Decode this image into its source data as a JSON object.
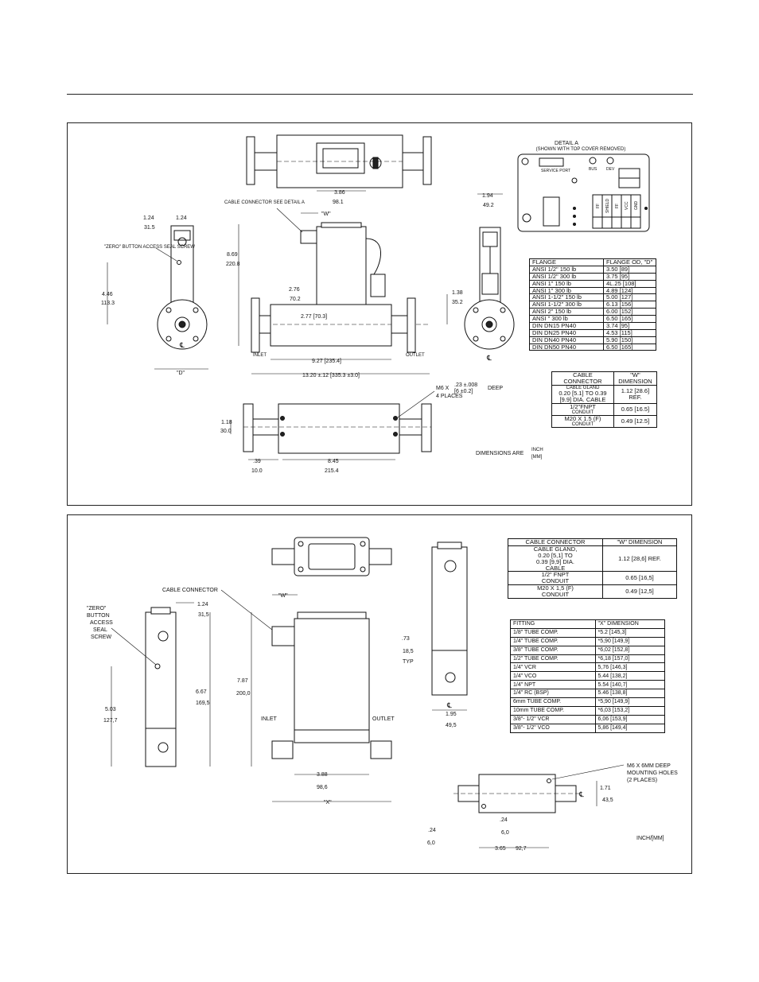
{
  "top_drawing": {
    "detail_title": "DETAIL A",
    "detail_subtitle": "(SHOWN WITH TOP COVER REMOVED)",
    "service_port": "SERVICE PORT",
    "bus_label": "BUS",
    "dev_label": "DEV",
    "terminal_labels": [
      "FF",
      "SHIELD",
      "FF",
      "VCC",
      "GND"
    ],
    "cable_connector_note": "CABLE CONNECTOR SEE DETAIL A",
    "zero_button_note": "\"ZERO\" BUTTON ACCESS SEAL SCREW",
    "dim_124": "1.24",
    "dim_315": "31.5",
    "dim_446": "4.46",
    "dim_1133": "113.3",
    "dim_D": "\"D\"",
    "dim_386": "3.86",
    "dim_981": "98.1",
    "dim_W": "\"W\"",
    "dim_869": "8.69",
    "dim_2208": "220.8",
    "dim_276": "2.76",
    "dim_702": "70.2",
    "dim_277": "2.77 [70.3]",
    "dim_927": "9.27 [235.4]",
    "dim_1320": "13.20 ±.12 [335.3 ±3.0]",
    "inlet": "INLET",
    "outlet": "OUTLET",
    "dim_194": "1.94",
    "dim_492": "49.2",
    "dim_138": "1.38",
    "dim_352": "35.2",
    "m6_note_a": "M6 X",
    "m6_note_b": ".23 ±.008",
    "m6_note_c": "[6 ±0.2]",
    "m6_note_d": "DEEP",
    "m6_note_e": "4 PLACES",
    "dim_118": "1.18",
    "dim_300": "30.0",
    "dim_39": ".39",
    "dim_100": "10.0",
    "dim_845": "8.45",
    "dim_2154": "215.4",
    "dims_are": "DIMENSIONS ARE",
    "dims_inch": "INCH",
    "dims_mm": "[MM]",
    "cl": "℄"
  },
  "flange_table": {
    "header": [
      "FLANGE",
      "FLANGE OD, \"D\""
    ],
    "rows": [
      [
        "ANSI 1/2\" 150 lb",
        "3.50 [89]"
      ],
      [
        "ANSI 1/2\" 300 lb",
        "3.75 [95]"
      ],
      [
        "ANSI 1\" 150 lb",
        "4L.25 [108]"
      ],
      [
        "ANSI 1\" 300 lb",
        "4.89 [124]"
      ],
      [
        "ANSI 1-1/2\" 150 lb",
        "5.00 [127]"
      ],
      [
        "ANSI 1-1/2\" 300 lb",
        "6.13 [156]"
      ],
      [
        "ANSI 2\" 150 lb",
        "6.00 [152]"
      ],
      [
        "ANSI \" 300 lb",
        "6.50 [165]"
      ],
      [
        "DIN DN15 PN40",
        "3.74 [95]"
      ],
      [
        "DIN DN25 PN40",
        "4.53 [115]"
      ],
      [
        "DIN DN40 PN40",
        "5.90 [150]"
      ],
      [
        "DIN DN50 PN40",
        "6.50 [165]"
      ]
    ]
  },
  "w_table_top": {
    "h1": "CABLE CONNECTOR",
    "h2": "\"W\" DIMENSION",
    "r1a": "CABLE GLAND",
    "r1b": "0.20 [5.1] TO 0.39 [9.9] DIA. CABLE",
    "r1c": "1.12 [28.6] REF.",
    "r2a": "1/2\"FNPT",
    "r2b": "CONDUIT",
    "r2c": "0.65 [16.5]",
    "r3a": "M20 X 1.5 (F)",
    "r3b": "CONDUIT",
    "r3c": "0.49 [12.5]"
  },
  "bottom_drawing": {
    "cable_connector": "CABLE CONNECTOR",
    "zero_button": [
      "\"ZERO\"",
      "BUTTON",
      "ACCESS",
      "SEAL",
      "SCREW"
    ],
    "dim_124": "1.24",
    "dim_315": "31,5",
    "dim_W": "\"W\"",
    "dim_787": "7.87",
    "dim_2000": "200,0",
    "dim_667": "6.67",
    "dim_1695": "169,5",
    "dim_503": "5.03",
    "dim_1277": "127,7",
    "inlet": "INLET",
    "outlet": "OUTLET",
    "dim_388": "3.88",
    "dim_986": "98,6",
    "dim_X": "\"X\"",
    "dim_73": ".73",
    "dim_185": "18,5",
    "typ": "TYP",
    "dim_195": "1.95",
    "dim_495": "49,5",
    "m6_note": [
      "M6 X 6MM DEEP",
      "MOUNTING HOLES",
      "(2 PLACES)"
    ],
    "dim_171": "1.71",
    "dim_435": "43,5",
    "dim_24a": ".24",
    "dim_60a": "6,0",
    "dim_24b": ".24",
    "dim_60b": "6,0",
    "dim_365": "3.65",
    "dim_927": "92,7",
    "inch_mm": "INCH/[MM]",
    "cl": "℄"
  },
  "w_table_bottom": {
    "h1": "CABLE CONNECTOR",
    "h2": "\"W\" DIMENSION",
    "r1a": "CABLE GLAND,",
    "r1b": "0.20 [5,1] TO",
    "r1c": "0.39 [9,9] DIA.",
    "r1d": "CABLE",
    "r1v": "1.12 [28,6] REF.",
    "r2a": "1/2\" FNPT",
    "r2b": "CONDUIT",
    "r2v": "0.65 [16,5]",
    "r3a": "M20 X 1,5 (F)",
    "r3b": "CONDUIT",
    "r3v": "0.49 [12,5]"
  },
  "x_table": {
    "header": [
      "FITTING",
      "\"X\" DIMENSION"
    ],
    "rows": [
      [
        "1/8\" TUBE COMP.",
        "*5.2 [145,3]"
      ],
      [
        "1/4\" TUBE COMP.",
        "*5,90 [149,9]"
      ],
      [
        "3/8\" TUBE COMP.",
        "*6,02 [152,8]"
      ],
      [
        "1/2\" TUBE COMP.",
        "*6,18 [157,0]"
      ],
      [
        "1/4\" VCR",
        "5,76 [146,3]"
      ],
      [
        "1/4\" VCO",
        "5.44 [138,2]"
      ],
      [
        "1/4\" NPT",
        "5.54 [140,7]"
      ],
      [
        "1/4\" RC (BSP)",
        "5.46 [138,8]"
      ],
      [
        "6mm TUBE COMP.",
        "*5,90 [149,9]"
      ],
      [
        "10mm TUBE COMP.",
        "*6,03 [153,2]"
      ],
      [
        "3/8\"- 1/2\" VCR",
        "6,06 [153,9]"
      ],
      [
        "3/8\"- 1/2\" VCO",
        "5,86 [149,4]"
      ]
    ]
  }
}
